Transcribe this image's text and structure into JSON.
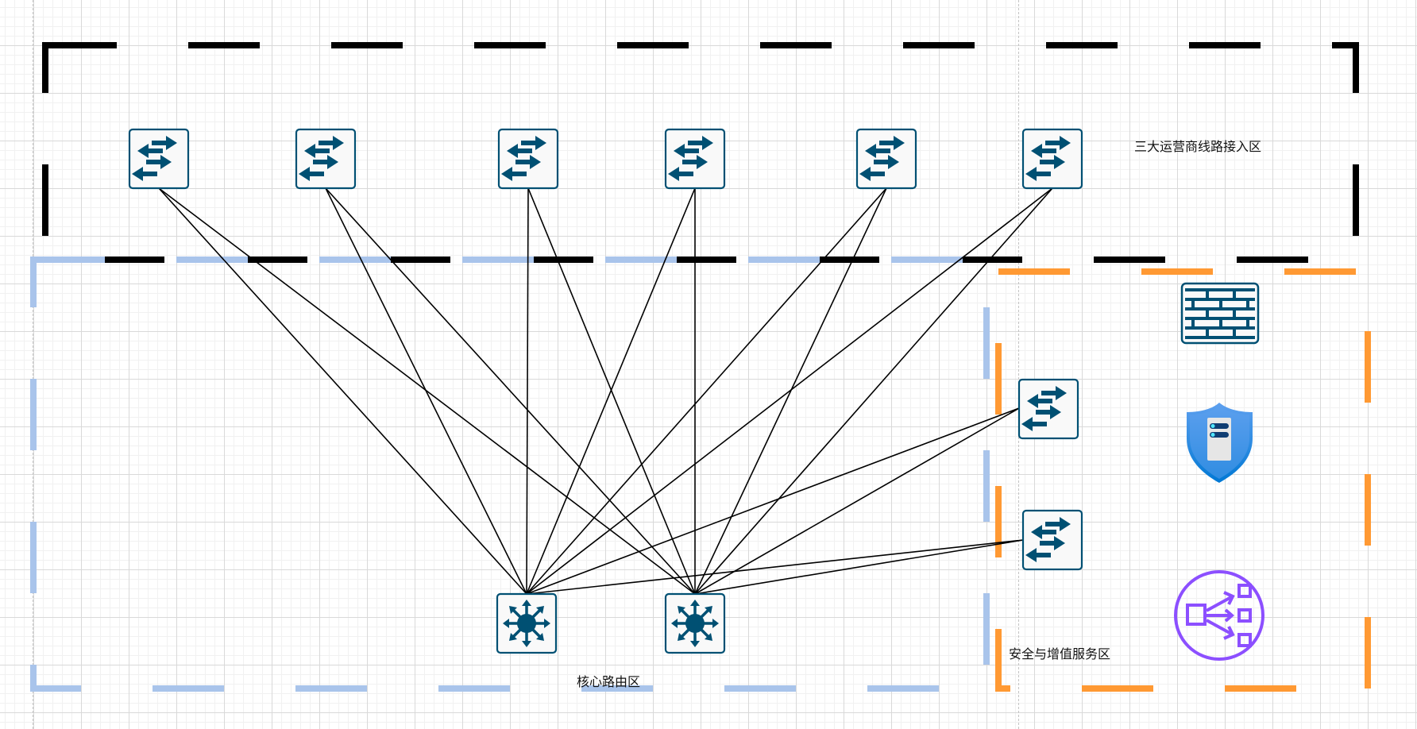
{
  "zones": [
    {
      "id": "carrier-access",
      "label": "三大运营商线路接入区",
      "color": "#000000"
    },
    {
      "id": "core-routing",
      "label": "核心路由区",
      "color": "#A9C4EB"
    },
    {
      "id": "security-services",
      "label": "安全与增值服务区",
      "color": "#FF9933"
    }
  ],
  "devices": {
    "access_switches": [
      {
        "name": "access-switch-1",
        "type": "switch-icon"
      },
      {
        "name": "access-switch-2",
        "type": "switch-icon"
      },
      {
        "name": "access-switch-3",
        "type": "switch-icon"
      },
      {
        "name": "access-switch-4",
        "type": "switch-icon"
      },
      {
        "name": "access-switch-5",
        "type": "switch-icon"
      },
      {
        "name": "access-switch-6",
        "type": "switch-icon"
      }
    ],
    "core_routers": [
      {
        "name": "core-router-1",
        "type": "layer3-switch-icon"
      },
      {
        "name": "core-router-2",
        "type": "layer3-switch-icon"
      }
    ],
    "service_switches": [
      {
        "name": "service-switch-1",
        "type": "switch-icon"
      },
      {
        "name": "service-switch-2",
        "type": "switch-icon"
      }
    ],
    "services": [
      {
        "name": "firewall",
        "type": "firewall-icon"
      },
      {
        "name": "security-server",
        "type": "shield-server-icon"
      },
      {
        "name": "load-balancer",
        "type": "load-balancer-icon"
      }
    ]
  },
  "links": [
    [
      "access-switch-1",
      "core-router-1"
    ],
    [
      "access-switch-1",
      "core-router-2"
    ],
    [
      "access-switch-2",
      "core-router-1"
    ],
    [
      "access-switch-2",
      "core-router-2"
    ],
    [
      "access-switch-3",
      "core-router-1"
    ],
    [
      "access-switch-3",
      "core-router-2"
    ],
    [
      "access-switch-4",
      "core-router-1"
    ],
    [
      "access-switch-4",
      "core-router-2"
    ],
    [
      "access-switch-5",
      "core-router-1"
    ],
    [
      "access-switch-5",
      "core-router-2"
    ],
    [
      "access-switch-6",
      "core-router-1"
    ],
    [
      "access-switch-6",
      "core-router-2"
    ],
    [
      "service-switch-1",
      "core-router-1"
    ],
    [
      "service-switch-1",
      "core-router-2"
    ],
    [
      "service-switch-2",
      "core-router-1"
    ],
    [
      "service-switch-2",
      "core-router-2"
    ]
  ],
  "colors": {
    "device_stroke": "#005073",
    "device_fill": "#F9F9F9",
    "link": "#000000",
    "shield_blue": "#1E88E5",
    "load_balancer": "#8C4FFF"
  }
}
